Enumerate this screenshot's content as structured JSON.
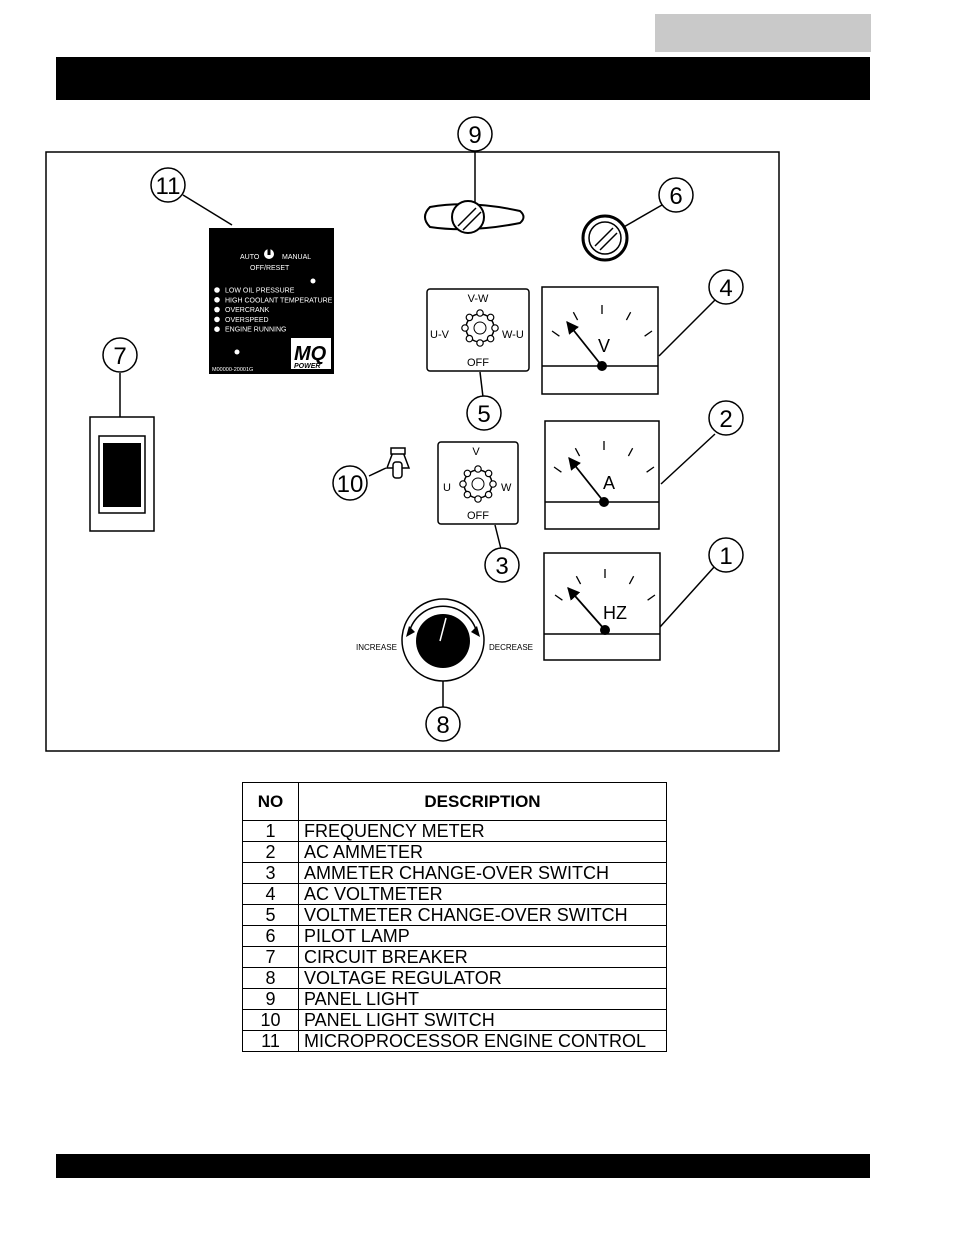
{
  "controller": {
    "auto": "AUTO",
    "manual": "MANUAL",
    "off_reset": "OFF/RESET",
    "leds": [
      "LOW OIL PRESSURE",
      "HIGH COOLANT TEMPERATURE",
      "OVERCRANK",
      "OVERSPEED",
      "ENGINE RUNNING"
    ],
    "logo_text": "MQ",
    "logo_sub": "POWER",
    "part_no": "M00000-20001G"
  },
  "voltmeter_switch": {
    "top": "V-W",
    "left": "U-V",
    "right": "W-U",
    "bottom": "OFF"
  },
  "ammeter_switch": {
    "top": "V",
    "left": "U",
    "right": "W",
    "bottom": "OFF"
  },
  "meters": {
    "voltmeter": "V",
    "ammeter": "A",
    "frequency": "HZ"
  },
  "regulator": {
    "increase": "INCREASE",
    "decrease": "DECREASE"
  },
  "callouts": {
    "c1": "1",
    "c2": "2",
    "c3": "3",
    "c4": "4",
    "c5": "5",
    "c6": "6",
    "c7": "7",
    "c8": "8",
    "c9": "9",
    "c10": "10",
    "c11": "11"
  },
  "table": {
    "header_no": "NO",
    "header_description": "DESCRIPTION",
    "rows": [
      {
        "no": "1",
        "description": "FREQUENCY METER"
      },
      {
        "no": "2",
        "description": "AC AMMETER"
      },
      {
        "no": "3",
        "description": "AMMETER CHANGE-OVER SWITCH"
      },
      {
        "no": "4",
        "description": "AC VOLTMETER"
      },
      {
        "no": "5",
        "description": "VOLTMETER CHANGE-OVER SWITCH"
      },
      {
        "no": "6",
        "description": "PILOT LAMP"
      },
      {
        "no": "7",
        "description": "CIRCUIT BREAKER"
      },
      {
        "no": "8",
        "description": "VOLTAGE REGULATOR"
      },
      {
        "no": "9",
        "description": "PANEL LIGHT"
      },
      {
        "no": "10",
        "description": "PANEL LIGHT SWITCH"
      },
      {
        "no": "11",
        "description": "MICROPROCESSOR ENGINE CONTROL"
      }
    ]
  }
}
